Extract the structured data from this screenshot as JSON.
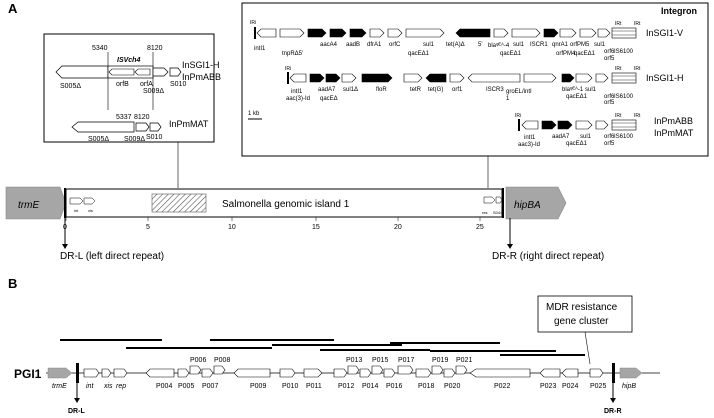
{
  "panels": {
    "a": "A",
    "b": "B"
  },
  "integron_box": {
    "title": "Integron",
    "scale_label": "1 kb"
  },
  "insgi1v": {
    "name": "InSGI1-V",
    "iri": "IRi",
    "irt": "IRt",
    "genes_top": [
      "aacA4",
      "aadB",
      "dfrA1",
      "orfC",
      "sul1",
      "tet(A)Δ",
      "5'",
      "blaᵠᴱᴬ-4",
      "sul1",
      "ISCR1",
      "qnrA1",
      "orfPM5",
      "sul1",
      "orf6",
      "IS6100"
    ],
    "genes_bottom": [
      "intI1",
      "tnpRΔ5'",
      "qacEΔ1",
      "qacEΔ1",
      "orfPM4",
      "qacEΔ1",
      "orf5"
    ]
  },
  "insgi1h": {
    "name": "InSGI1-H",
    "iri": "IRi",
    "irt": "IRt",
    "genes_top": [
      "aadA7",
      "sul1Δ",
      "floR",
      "tetR",
      "tet(G)",
      "orf1",
      "ISCR3",
      "blaᵠᴱᴬ-1",
      "sul1",
      "orf6",
      "IS6100"
    ],
    "genes_bottom": [
      "intI1",
      "aac(3)-Id",
      "qacEΔ",
      "groEL/intI",
      "1",
      "qacEΔ1",
      "orf5"
    ]
  },
  "inpmabb": {
    "names": [
      "InPmABB",
      "InPmMAT"
    ],
    "iri": "IRi",
    "irt": "IRt",
    "genes_top": [
      "aadA7",
      "sul1",
      "orf6",
      "IS6100"
    ],
    "genes_bottom": [
      "intI1",
      "aac3)-Id",
      "qacEΔ1",
      "orf5"
    ]
  },
  "left_box": {
    "is_label": "ISVch4",
    "coord_top_left": "5340",
    "coord_top_right": "8120",
    "genes_top": [
      "S005Δ",
      "orfB",
      "orfA",
      "S009Δ",
      "S010"
    ],
    "labels_top": [
      "InSGI1-H",
      "InPmABB"
    ],
    "coord_bot": "5337",
    "coord_bot2": "8120",
    "genes_bot": [
      "S005Δ",
      "S009Δ",
      "S010"
    ],
    "label_bot": "InPmMAT"
  },
  "sgi1": {
    "title": "Salmonella genomic island 1",
    "flank_left": "trmE",
    "flank_right": "hipBA",
    "small_genes_left": [
      "int",
      "xis"
    ],
    "small_genes_right": [
      "res",
      "S044"
    ],
    "ticks": [
      "0",
      "5",
      "10",
      "15",
      "20",
      "25"
    ],
    "dr_left": "DR-L (left direct repeat)",
    "dr_right": "DR-R (right direct repeat)"
  },
  "pgi1": {
    "name": "PGI1",
    "mdr_label_1": "MDR resistance",
    "mdr_label_2": "gene cluster",
    "genes_bottom": [
      "trmE",
      "int",
      "xis",
      "rep",
      "P004",
      "P005",
      "P007",
      "P009",
      "P010",
      "P011",
      "P012",
      "P014",
      "P016",
      "P018",
      "P020",
      "P022",
      "P023",
      "P024",
      "P025",
      "hipB"
    ],
    "genes_top": [
      "P006",
      "P008",
      "P013",
      "P015",
      "P017",
      "P019",
      "P021"
    ],
    "dr_left": "DR-L",
    "dr_right": "DR-R"
  }
}
